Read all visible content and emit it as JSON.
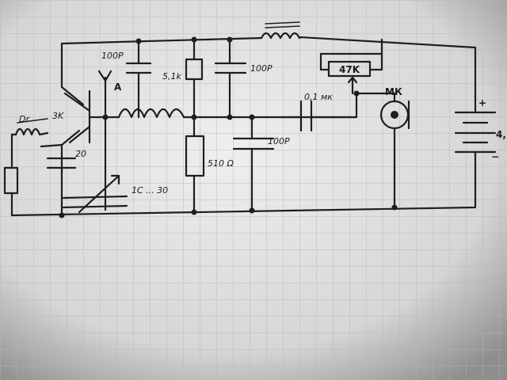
{
  "labels": {
    "c_top": "100P",
    "r_5k1": "5,1k",
    "c_mid_top": "100P",
    "cap_01": "0,1 мк",
    "pot": "47K",
    "mic": "МК",
    "ant": "A",
    "tr_3k": "3K",
    "c_20": "20",
    "c_var": "1C ... 30",
    "r_510": "510 Ω",
    "c_100_low": "100P",
    "bat_v": "4,",
    "plus": "+",
    "minus": "−",
    "coil_left": "Dr"
  },
  "colors": {
    "paper": "#ededed",
    "ink": "#1e1e1e",
    "grid": "#b9b9b9"
  }
}
